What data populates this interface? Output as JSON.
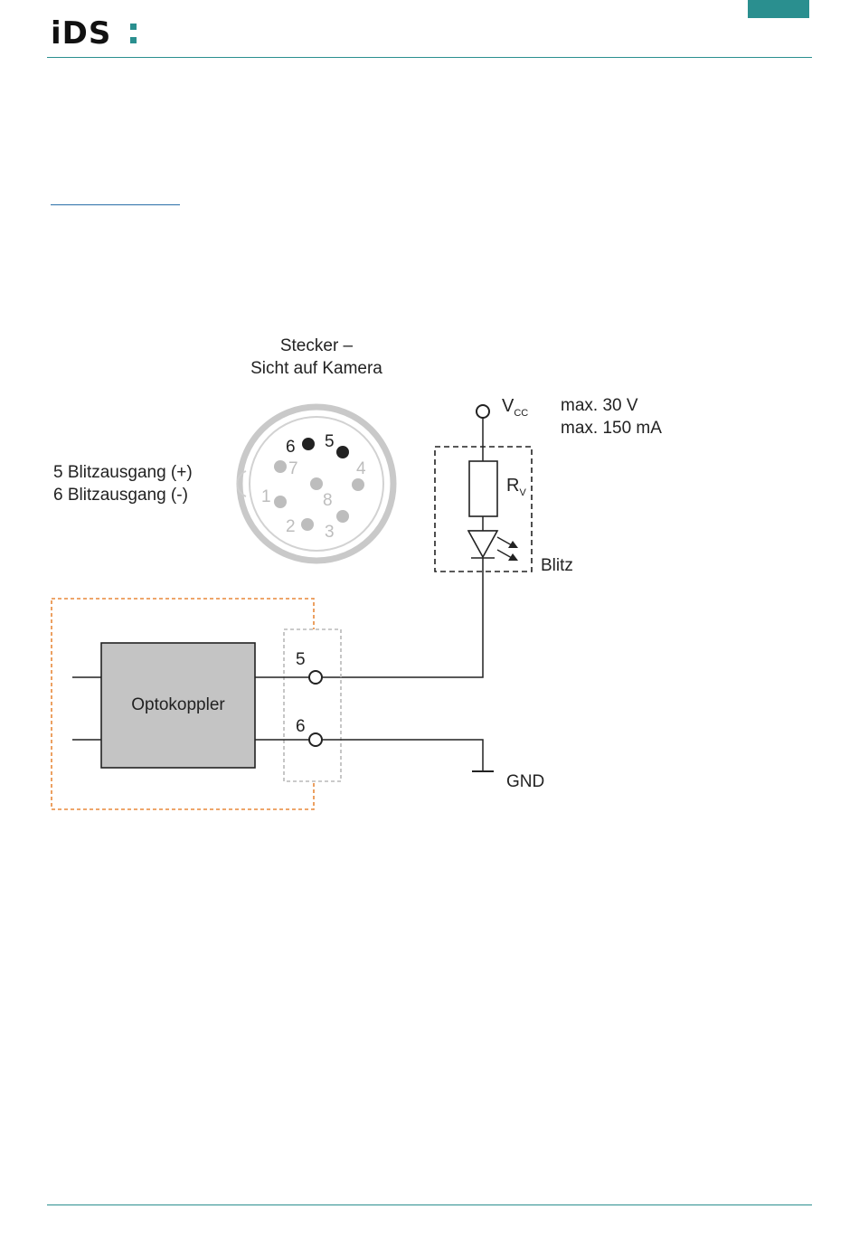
{
  "header": {
    "logo_text": "iDS",
    "accent_color": "#2a8f8f"
  },
  "diagram": {
    "connector_title_line1": "Stecker –",
    "connector_title_line2": "Sicht auf Kamera",
    "pin_legend_line1": "5 Blitzausgang (+)",
    "pin_legend_line2": "6 Blitzausgang (-)",
    "pins": {
      "p1": "1",
      "p2": "2",
      "p3": "3",
      "p4": "4",
      "p5": "5",
      "p6": "6",
      "p7": "7",
      "p8": "8"
    },
    "vcc_label": "V",
    "vcc_subscript": "CC",
    "vcc_spec_line1": "max. 30 V",
    "vcc_spec_line2": "max. 150 mA",
    "resistor_label": "R",
    "resistor_subscript": "V",
    "flash_label": "Blitz",
    "optocoupler_label": "Optokoppler",
    "terminal_5": "5",
    "terminal_6": "6",
    "ground_label": "GND",
    "colors": {
      "orange_boundary": "#e8883a",
      "gray_boundary": "#b8b8b8",
      "optocoupler_fill": "#c4c4c4",
      "inactive_pin": "#bdbdbd",
      "active_pin": "#222222"
    }
  }
}
